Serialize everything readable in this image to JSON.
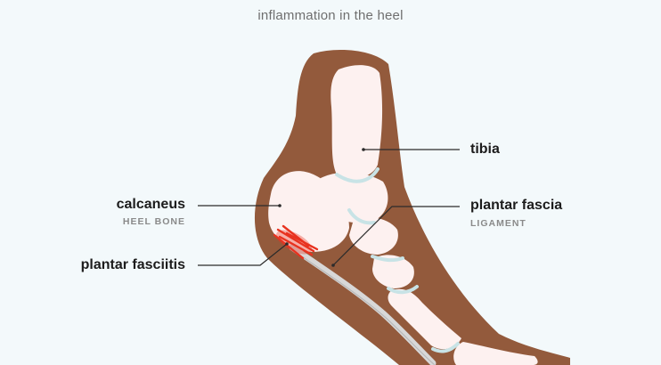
{
  "title": "inflammation in the heel",
  "labels": {
    "tibia": "tibia",
    "calcaneus": "calcaneus",
    "calcaneus_sub": "HEEL BONE",
    "plantar_fascia": "plantar fascia",
    "plantar_fascia_sub": "LIGAMENT",
    "plantar_fasciitis": "plantar fasciitis"
  },
  "colors": {
    "background": "#f3f9fb",
    "skin": "#935a3c",
    "bone": "#fdf1f0",
    "cartilage": "#c8e3e6",
    "fascia": "#d8d8d8",
    "inflammation": "#e8321f",
    "leader": "#2b2b2b"
  }
}
